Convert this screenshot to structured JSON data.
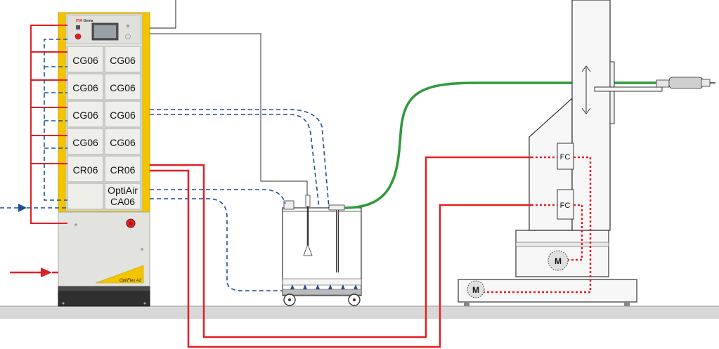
{
  "cabinet": {
    "brand": "Gema",
    "model": "OptiFlex A2",
    "modules": [
      [
        "CG06",
        "CG06"
      ],
      [
        "CG06",
        "CG06"
      ],
      [
        "CG06",
        "CG06"
      ],
      [
        "CG06",
        "CG06"
      ],
      [
        "CR06",
        "CR06"
      ],
      [
        "",
        "OptiAir"
      ]
    ],
    "optiair_sub": "CA06"
  },
  "axis": {
    "fc_top": "FC",
    "fc_bottom": "FC",
    "motor_upper": "M",
    "motor_lower": "M"
  },
  "colors": {
    "red": "#e31e24",
    "blue": "#1f4e9c",
    "green": "#2e9a3a",
    "yellow": "#f2c500",
    "cabinet_gray": "#e4e4e0",
    "floor": "#d6d6d6"
  }
}
